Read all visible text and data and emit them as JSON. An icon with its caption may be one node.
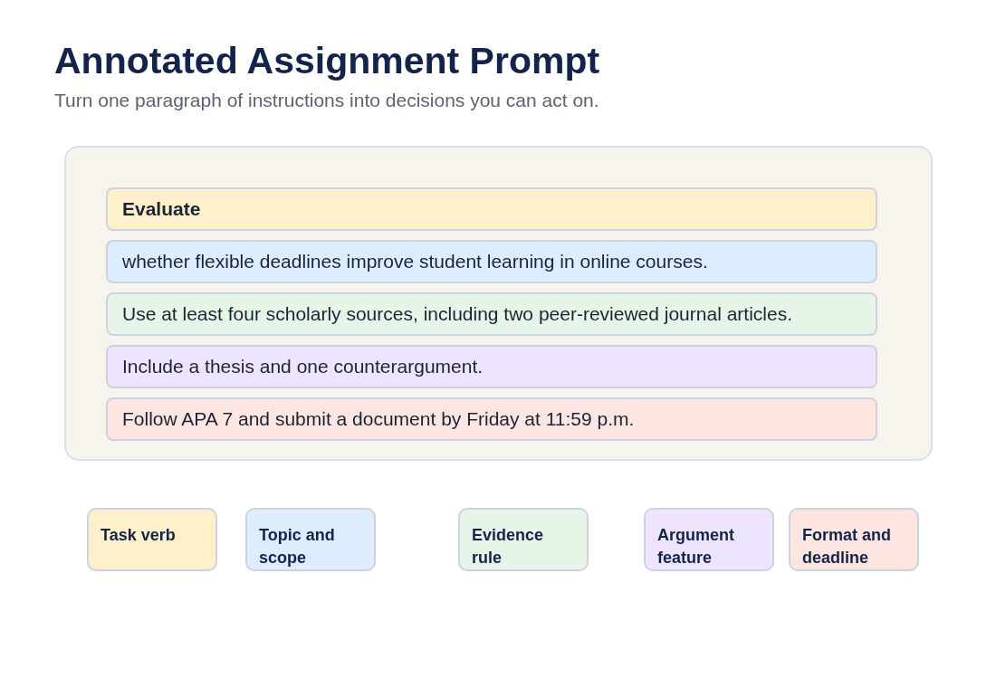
{
  "diagram": {
    "title": "Annotated Assignment Prompt",
    "caption": "Turn one paragraph of instructions into decisions you can act on.",
    "nodes": [
      {
        "text": [],
        "shape": "box"
      },
      {
        "text": [
          "Evaluate"
        ],
        "in": 0
      },
      {
        "text": [
          "whether flexible deadlines improve student learning in online courses."
        ],
        "in": 0
      },
      {
        "text": [
          "Use at least four scholarly sources, including two peer-reviewed journal articles."
        ],
        "in": 0
      },
      {
        "text": [
          "Include a thesis and one counterargument."
        ],
        "in": 0
      },
      {
        "text": [
          "Follow APA 7 and submit a document by Friday at 11:59 p.m."
        ],
        "in": 0
      },
      {
        "text": [
          "Task verb"
        ]
      },
      {
        "text": [
          "Topic and scope"
        ]
      },
      {
        "text": [
          "Evidence rule"
        ]
      },
      {
        "text": [
          "Argument feature"
        ]
      },
      {
        "text": [
          "Format and deadline"
        ]
      }
    ]
  }
}
